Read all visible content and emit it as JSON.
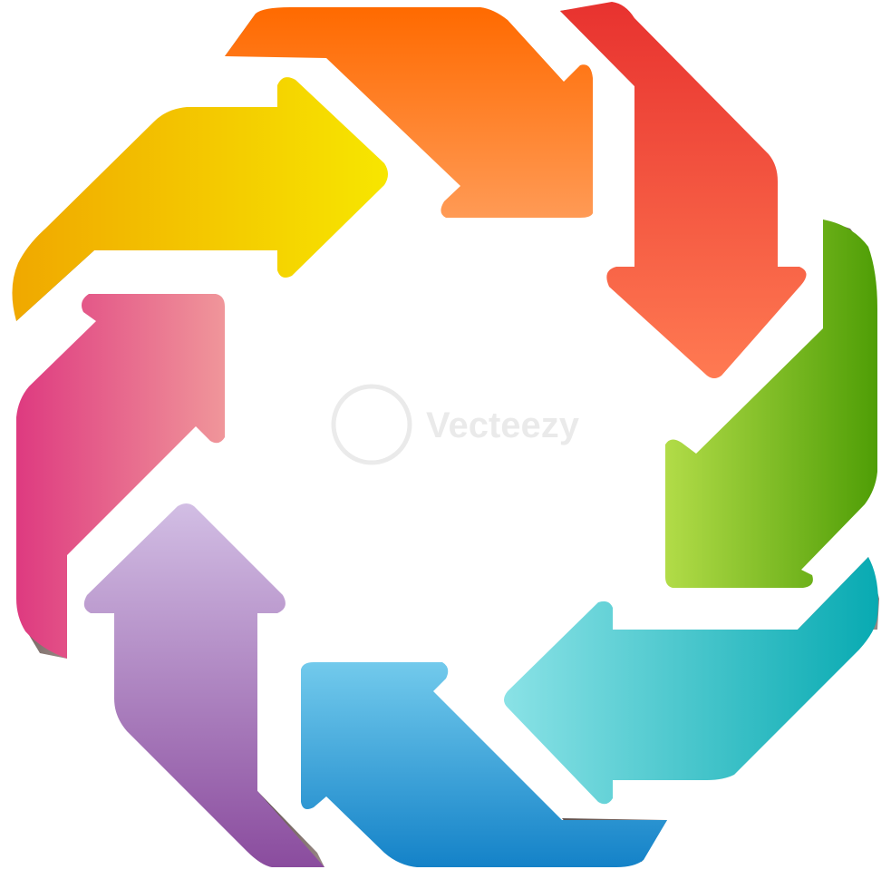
{
  "diagram": {
    "type": "cyclic-arrow-octagon",
    "direction": "clockwise",
    "arrows": [
      {
        "id": "orange",
        "color": "#ff6a00",
        "light": "#ff9450",
        "dark": "#e85400"
      },
      {
        "id": "red",
        "color": "#f0443c",
        "light": "#ff7a55",
        "dark": "#d52d2a"
      },
      {
        "id": "green",
        "color": "#6cbd12",
        "light": "#a8d84a",
        "dark": "#4f9c06"
      },
      {
        "id": "teal",
        "color": "#12bcc2",
        "light": "#72dce2",
        "dark": "#069aa1"
      },
      {
        "id": "blue",
        "color": "#2498d8",
        "light": "#62c4ec",
        "dark": "#1276be"
      },
      {
        "id": "purple",
        "color": "#9a62ae",
        "light": "#c9b2df",
        "dark": "#7c4896"
      },
      {
        "id": "pink",
        "color": "#e4488c",
        "light": "#ee9096",
        "dark": "#c92c72"
      },
      {
        "id": "yellow",
        "color": "#f7c800",
        "light": "#f7e400",
        "dark": "#e0a800"
      }
    ],
    "fold_color": "#7a6a66"
  },
  "watermark": {
    "text": "Vecteezy"
  }
}
